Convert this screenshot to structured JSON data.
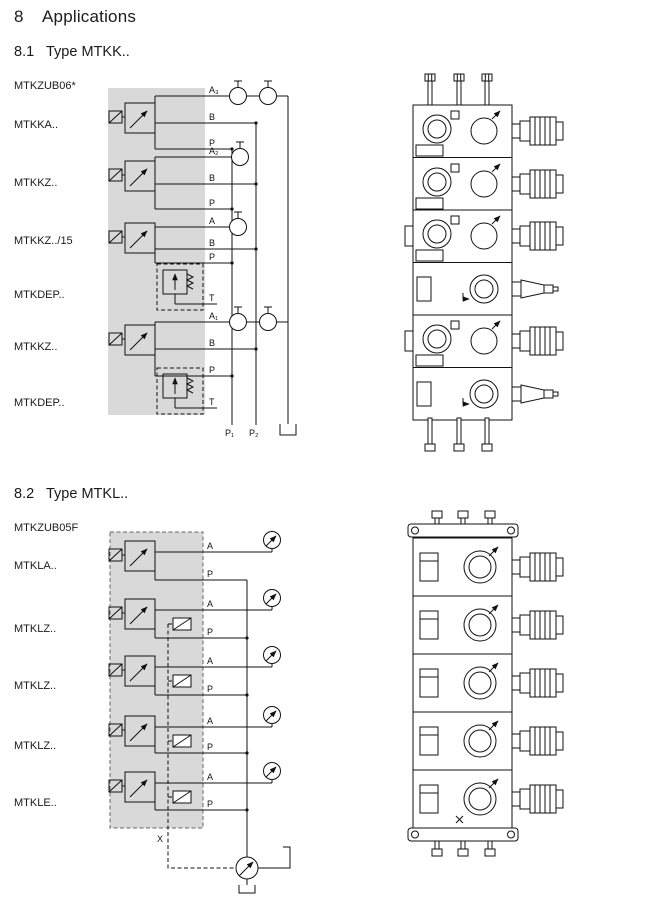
{
  "doc": {
    "section_number": "8",
    "section_title": "Applications"
  },
  "colors": {
    "schematic_block": "#d9d9d9",
    "ink": "#1a1a1a"
  },
  "s1": {
    "number": "8.1",
    "title": "Type MTKK..",
    "row_labels": [
      "MTKZUB06*",
      "MTKKA..",
      "MTKKZ..",
      "MTKKZ../15",
      "MTKDEP..",
      "MTKKZ..",
      "MTKDEP.."
    ],
    "ports": [
      "A₃",
      "B",
      "P",
      "A₂",
      "B",
      "P",
      "A",
      "B",
      "P",
      "T",
      "A₁",
      "B",
      "P",
      "T"
    ],
    "bottom_ports": [
      "P₁",
      "P₂"
    ]
  },
  "s2": {
    "number": "8.2",
    "title": "Type MTKL..",
    "row_labels": [
      "MTKZUB05F",
      "MTKLA..",
      "MTKLZ..",
      "MTKLZ..",
      "MTKLZ..",
      "MTKLE.."
    ],
    "ports": [
      "A",
      "P",
      "A",
      "P",
      "A",
      "P",
      "A",
      "P",
      "A",
      "P"
    ],
    "pilot_port": "X"
  }
}
